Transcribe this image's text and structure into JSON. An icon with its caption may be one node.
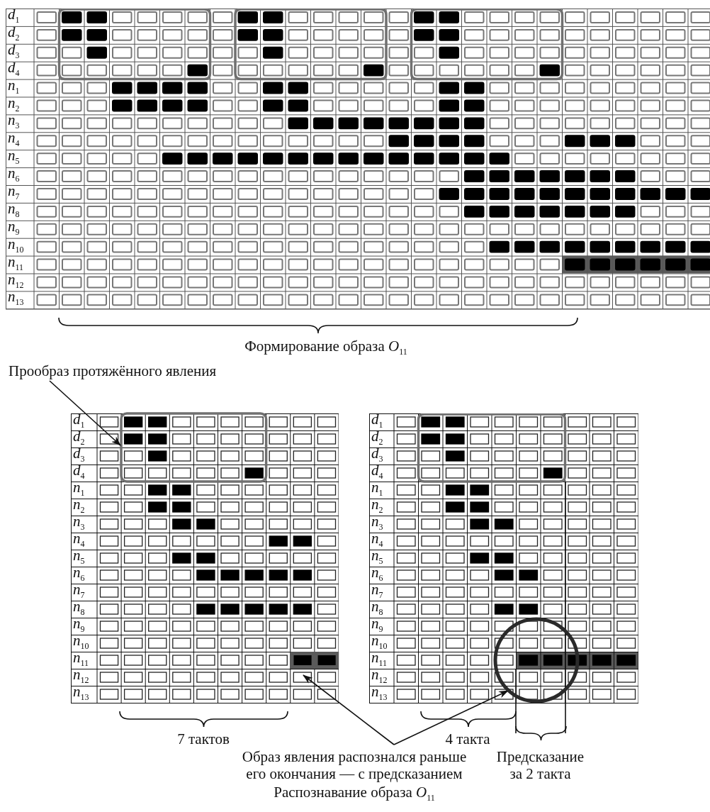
{
  "diagram": {
    "nodes": [
      {
        "text": [
          "Прообраз протяжённого явления"
        ]
      },
      {
        "text": [],
        "shape": "box"
      },
      {
        "text": [
          "Образ явления распознался раньше его окончания — с предсказанием"
        ]
      },
      {
        "text": [],
        "shape": "circle"
      },
      {
        "text": [],
        "shape": "bar"
      }
    ],
    "edges": [
      {
        "from": 0,
        "to": 1,
        "arrow": "to"
      },
      {
        "from": 2,
        "to": 4,
        "arrow": "to"
      },
      {
        "from": 2,
        "to": 3,
        "arrow": "to"
      }
    ],
    "labels": [
      "*d*$_{1}$",
      "*d*$_{2}$",
      "*d*$_{3}$",
      "*d*$_{4}$",
      "*n*$_{1}$",
      "*n*$_{2}$",
      "*n*$_{3}$",
      "*n*$_{4}$",
      "*n*$_{5}$",
      "*n*$_{6}$",
      "*n*$_{7}$",
      "*n*$_{8}$",
      "*n*$_{9}$",
      "*n*$_{10}$",
      "*n*$_{11}$",
      "*n*$_{12}$",
      "*n*$_{13}$",
      "Формирование образа *O*$_{11}$",
      "*d*$_{1}$",
      "*d*$_{2}$",
      "*d*$_{3}$",
      "*d*$_{4}$",
      "*n*$_{1}$",
      "*n*$_{2}$",
      "*n*$_{3}$",
      "*n*$_{4}$",
      "*n*$_{5}$",
      "*n*$_{6}$",
      "*n*$_{7}$",
      "*n*$_{8}$",
      "*n*$_{9}$",
      "*n*$_{10}$",
      "*n*$_{11}$",
      "*n*$_{12}$",
      "*n*$_{13}$",
      "*d*$_{1}$",
      "*d*$_{2}$",
      "*d*$_{3}$",
      "*d*$_{4}$",
      "*n*$_{1}$",
      "*n*$_{2}$",
      "*n*$_{3}$",
      "*n*$_{4}$",
      "*n*$_{5}$",
      "*n*$_{6}$",
      "*n*$_{7}$",
      "*n*$_{8}$",
      "*n*$_{9}$",
      "*n*$_{10}$",
      "*n*$_{11}$",
      "*n*$_{12}$",
      "*n*$_{13}$",
      "7 тактов",
      "4 такта",
      "Предсказание за 2 такта",
      "Распознавание образа *O*$_{11}$"
    ]
  }
}
